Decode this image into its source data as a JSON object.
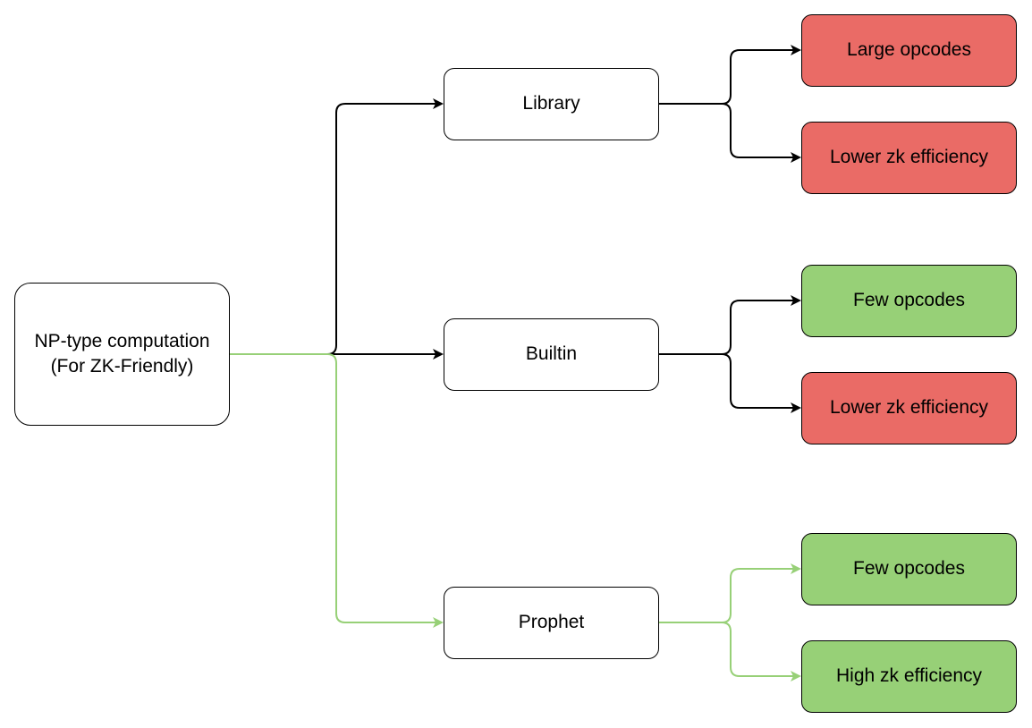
{
  "root": {
    "line1": "NP-type computation",
    "line2": "(For ZK-Friendly)"
  },
  "branches": [
    {
      "label": "Library",
      "outcomes": [
        {
          "label": "Large opcodes",
          "status": "negative"
        },
        {
          "label": "Lower zk efficiency",
          "status": "negative"
        }
      ]
    },
    {
      "label": "Builtin",
      "outcomes": [
        {
          "label": "Few opcodes",
          "status": "positive"
        },
        {
          "label": "Lower zk efficiency",
          "status": "negative"
        }
      ]
    },
    {
      "label": "Prophet",
      "outcomes": [
        {
          "label": "Few opcodes",
          "status": "positive"
        },
        {
          "label": "High zk efficiency",
          "status": "positive"
        }
      ]
    }
  ],
  "colors": {
    "negative_fill": "#ea6b66",
    "positive_fill": "#97d077",
    "default_edge": "#000000",
    "highlight_edge": "#97d077"
  }
}
